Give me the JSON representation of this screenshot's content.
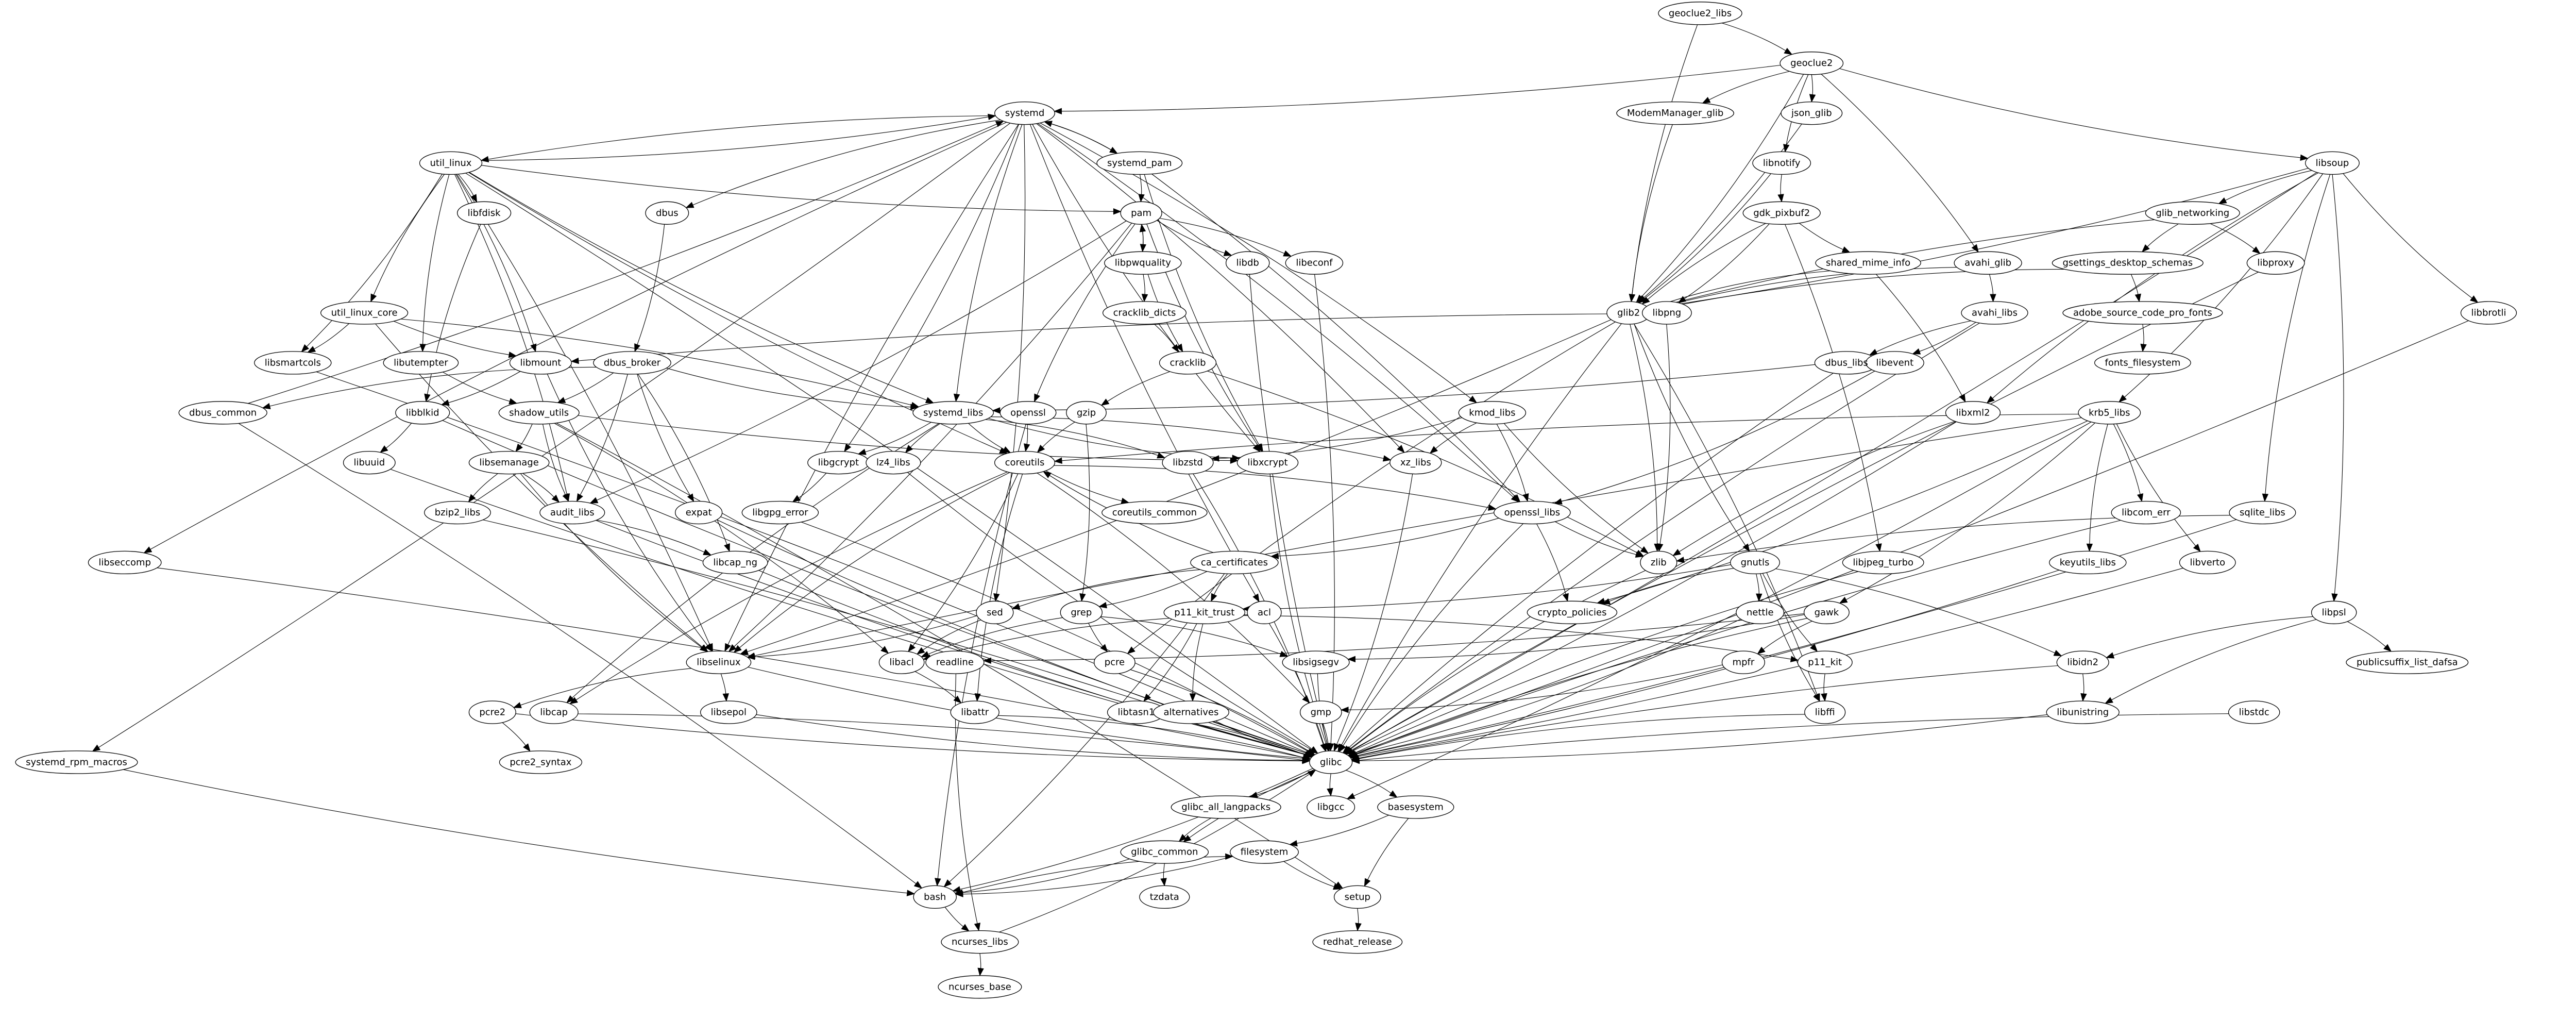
{
  "graph": {
    "type": "directed-dependency-graph",
    "nodes": [
      "geoclue2_libs",
      "geoclue2",
      "systemd",
      "ModemManager_glib",
      "json_glib",
      "libsoup",
      "util_linux",
      "systemd_pam",
      "libnotify",
      "libfdisk",
      "dbus",
      "pam",
      "gdk_pixbuf2",
      "glib_networking",
      "libpwquality",
      "libdb",
      "libeconf",
      "shared_mime_info",
      "avahi_glib",
      "gsettings_desktop_schemas",
      "libproxy",
      "util_linux_core",
      "cracklib_dicts",
      "glib2",
      "libpng",
      "avahi_libs",
      "adobe_source_code_pro_fonts",
      "libbrotli",
      "libsmartcols",
      "libutempter",
      "libmount",
      "dbus_broker",
      "cracklib",
      "dbus_libs",
      "libevent",
      "fonts_filesystem",
      "dbus_common",
      "libblkid",
      "shadow_utils",
      "systemd_libs",
      "openssl",
      "gzip",
      "kmod_libs",
      "libxml2",
      "krb5_libs",
      "libuuid",
      "libsemanage",
      "libgcrypt",
      "lz4_libs",
      "coreutils",
      "libzstd",
      "libxcrypt",
      "xz_libs",
      "bzip2_libs",
      "audit_libs",
      "expat",
      "libgpg_error",
      "coreutils_common",
      "openssl_libs",
      "libcom_err",
      "sqlite_libs",
      "libseccomp",
      "libcap_ng",
      "ca_certificates",
      "zlib",
      "gnutls",
      "libjpeg_turbo",
      "keyutils_libs",
      "libverto",
      "sed",
      "grep",
      "p11_kit_trust",
      "acl",
      "crypto_policies",
      "nettle",
      "gawk",
      "libpsl",
      "libselinux",
      "libacl",
      "readline",
      "pcre",
      "libsigsegv",
      "mpfr",
      "p11_kit",
      "libidn2",
      "publicsuffix_list_dafsa",
      "pcre2",
      "libcap",
      "libsepol",
      "libattr",
      "libtasn1",
      "alternatives",
      "gmp",
      "libffi",
      "libunistring",
      "libstdc",
      "systemd_rpm_macros",
      "pcre2_syntax",
      "glibc",
      "glibc_all_langpacks",
      "libgcc",
      "basesystem",
      "glibc_common",
      "filesystem",
      "bash",
      "tzdata",
      "setup",
      "ncurses_libs",
      "redhat_release",
      "ncurses_base"
    ],
    "edges": [
      [
        "geoclue2_libs",
        "geoclue2"
      ],
      [
        "geoclue2_libs",
        "glib2"
      ],
      [
        "geoclue2",
        "systemd"
      ],
      [
        "geoclue2",
        "ModemManager_glib"
      ],
      [
        "geoclue2",
        "json_glib"
      ],
      [
        "geoclue2",
        "libnotify"
      ],
      [
        "geoclue2",
        "avahi_glib"
      ],
      [
        "geoclue2",
        "libsoup"
      ],
      [
        "geoclue2",
        "glib2"
      ],
      [
        "ModemManager_glib",
        "glib2"
      ],
      [
        "json_glib",
        "glib2"
      ],
      [
        "libnotify",
        "gdk_pixbuf2"
      ],
      [
        "libnotify",
        "glib2"
      ],
      [
        "libsoup",
        "glib_networking"
      ],
      [
        "libsoup",
        "glib2"
      ],
      [
        "libsoup",
        "libxml2"
      ],
      [
        "libsoup",
        "krb5_libs"
      ],
      [
        "libsoup",
        "sqlite_libs"
      ],
      [
        "libsoup",
        "libpsl"
      ],
      [
        "libsoup",
        "libbrotli"
      ],
      [
        "libsoup",
        "glibc"
      ],
      [
        "glib_networking",
        "gsettings_desktop_schemas"
      ],
      [
        "glib_networking",
        "libproxy"
      ],
      [
        "glib_networking",
        "glib2"
      ],
      [
        "gsettings_desktop_schemas",
        "adobe_source_code_pro_fonts"
      ],
      [
        "gsettings_desktop_schemas",
        "glib2"
      ],
      [
        "adobe_source_code_pro_fonts",
        "fonts_filesystem"
      ],
      [
        "libproxy",
        "glibc"
      ],
      [
        "libbrotli",
        "glibc"
      ],
      [
        "gdk_pixbuf2",
        "shared_mime_info"
      ],
      [
        "gdk_pixbuf2",
        "libpng"
      ],
      [
        "gdk_pixbuf2",
        "glib2"
      ],
      [
        "gdk_pixbuf2",
        "libjpeg_turbo"
      ],
      [
        "shared_mime_info",
        "glib2"
      ],
      [
        "shared_mime_info",
        "libxml2"
      ],
      [
        "avahi_glib",
        "glib2"
      ],
      [
        "avahi_glib",
        "avahi_libs"
      ],
      [
        "avahi_libs",
        "dbus_libs"
      ],
      [
        "avahi_libs",
        "libevent"
      ],
      [
        "avahi_libs",
        "glibc"
      ],
      [
        "dbus_libs",
        "systemd_libs"
      ],
      [
        "dbus_libs",
        "glibc"
      ],
      [
        "libevent",
        "openssl_libs"
      ],
      [
        "glib2",
        "libmount"
      ],
      [
        "glib2",
        "libselinux"
      ],
      [
        "glib2",
        "pcre"
      ],
      [
        "glib2",
        "zlib"
      ],
      [
        "glib2",
        "gnutls"
      ],
      [
        "glib2",
        "libffi"
      ],
      [
        "glib2",
        "glibc"
      ],
      [
        "libpng",
        "zlib"
      ],
      [
        "systemd",
        "util_linux"
      ],
      [
        "systemd",
        "systemd_pam"
      ],
      [
        "systemd",
        "dbus"
      ],
      [
        "systemd",
        "sed"
      ],
      [
        "systemd",
        "systemd_libs"
      ],
      [
        "systemd",
        "kmod_libs"
      ],
      [
        "systemd",
        "libxcrypt"
      ],
      [
        "systemd",
        "xz_libs"
      ],
      [
        "systemd",
        "acl"
      ],
      [
        "systemd",
        "openssl_libs"
      ],
      [
        "systemd",
        "libseccomp"
      ],
      [
        "systemd",
        "systemd_rpm_macros"
      ],
      [
        "systemd",
        "libselinux"
      ],
      [
        "systemd",
        "libgcrypt"
      ],
      [
        "systemd_pam",
        "systemd"
      ],
      [
        "systemd_pam",
        "pam"
      ],
      [
        "systemd_pam",
        "libxcrypt"
      ],
      [
        "systemd_pam",
        "openssl_libs"
      ],
      [
        "util_linux",
        "systemd"
      ],
      [
        "util_linux",
        "libfdisk"
      ],
      [
        "util_linux",
        "util_linux_core"
      ],
      [
        "util_linux",
        "libsmartcols"
      ],
      [
        "util_linux",
        "libutempter"
      ],
      [
        "util_linux",
        "libmount"
      ],
      [
        "util_linux",
        "pam"
      ],
      [
        "util_linux",
        "audit_libs"
      ],
      [
        "util_linux",
        "coreutils"
      ],
      [
        "util_linux",
        "libselinux"
      ],
      [
        "util_linux",
        "systemd_libs"
      ],
      [
        "util_linux",
        "glibc"
      ],
      [
        "libfdisk",
        "libblkid"
      ],
      [
        "util_linux_core",
        "libsmartcols"
      ],
      [
        "util_linux_core",
        "libmount"
      ],
      [
        "util_linux_core",
        "systemd_libs"
      ],
      [
        "util_linux_core",
        "libselinux"
      ],
      [
        "dbus",
        "dbus_broker"
      ],
      [
        "dbus_broker",
        "dbus_common"
      ],
      [
        "dbus_broker",
        "shadow_utils"
      ],
      [
        "dbus_broker",
        "systemd_libs"
      ],
      [
        "dbus_broker",
        "audit_libs"
      ],
      [
        "dbus_broker",
        "expat"
      ],
      [
        "dbus_broker",
        "libcap_ng"
      ],
      [
        "dbus_common",
        "systemd"
      ],
      [
        "dbus_common",
        "bash"
      ],
      [
        "libutempter",
        "shadow_utils"
      ],
      [
        "libmount",
        "libblkid"
      ],
      [
        "libmount",
        "libselinux"
      ],
      [
        "libblkid",
        "libuuid"
      ],
      [
        "libblkid",
        "glibc"
      ],
      [
        "shadow_utils",
        "libsemanage"
      ],
      [
        "shadow_utils",
        "audit_libs"
      ],
      [
        "shadow_utils",
        "libacl"
      ],
      [
        "shadow_utils",
        "libxcrypt"
      ],
      [
        "shadow_utils",
        "setup"
      ],
      [
        "libsemanage",
        "bzip2_libs"
      ],
      [
        "libsemanage",
        "audit_libs"
      ],
      [
        "libsemanage",
        "libselinux"
      ],
      [
        "audit_libs",
        "libcap_ng"
      ],
      [
        "audit_libs",
        "glibc"
      ],
      [
        "pam",
        "libpwquality"
      ],
      [
        "pam",
        "libdb"
      ],
      [
        "pam",
        "libeconf"
      ],
      [
        "pam",
        "libxcrypt"
      ],
      [
        "pam",
        "audit_libs"
      ],
      [
        "pam",
        "openssl"
      ],
      [
        "pam",
        "libselinux"
      ],
      [
        "libpwquality",
        "pam"
      ],
      [
        "libpwquality",
        "cracklib_dicts"
      ],
      [
        "libpwquality",
        "cracklib"
      ],
      [
        "cracklib_dicts",
        "cracklib"
      ],
      [
        "cracklib",
        "gzip"
      ],
      [
        "cracklib",
        "zlib"
      ],
      [
        "gzip",
        "coreutils"
      ],
      [
        "gzip",
        "grep"
      ],
      [
        "systemd_libs",
        "coreutils"
      ],
      [
        "systemd_libs",
        "libgcrypt"
      ],
      [
        "systemd_libs",
        "lz4_libs"
      ],
      [
        "systemd_libs",
        "libzstd"
      ],
      [
        "systemd_libs",
        "libxcrypt"
      ],
      [
        "systemd_libs",
        "xz_libs"
      ],
      [
        "systemd_libs",
        "libcap"
      ],
      [
        "openssl",
        "coreutils"
      ],
      [
        "openssl",
        "bash"
      ],
      [
        "kmod_libs",
        "libzstd"
      ],
      [
        "kmod_libs",
        "xz_libs"
      ],
      [
        "kmod_libs",
        "openssl_libs"
      ],
      [
        "kmod_libs",
        "zlib"
      ],
      [
        "libgcrypt",
        "libgpg_error"
      ],
      [
        "coreutils",
        "coreutils_common"
      ],
      [
        "coreutils",
        "openssl_libs"
      ],
      [
        "coreutils",
        "libselinux"
      ],
      [
        "coreutils",
        "libacl"
      ],
      [
        "coreutils",
        "libattr"
      ],
      [
        "coreutils",
        "gmp"
      ],
      [
        "coreutils",
        "libcap"
      ],
      [
        "openssl_libs",
        "ca_certificates"
      ],
      [
        "openssl_libs",
        "zlib"
      ],
      [
        "openssl_libs",
        "crypto_policies"
      ],
      [
        "openssl_libs",
        "glibc"
      ],
      [
        "ca_certificates",
        "coreutils"
      ],
      [
        "ca_certificates",
        "sed"
      ],
      [
        "ca_certificates",
        "grep"
      ],
      [
        "ca_certificates",
        "p11_kit_trust"
      ],
      [
        "ca_certificates",
        "bash"
      ],
      [
        "krb5_libs",
        "coreutils"
      ],
      [
        "krb5_libs",
        "gawk"
      ],
      [
        "krb5_libs",
        "keyutils_libs"
      ],
      [
        "krb5_libs",
        "libcom_err"
      ],
      [
        "krb5_libs",
        "libverto"
      ],
      [
        "krb5_libs",
        "crypto_policies"
      ],
      [
        "krb5_libs",
        "libselinux"
      ],
      [
        "krb5_libs",
        "libgcc"
      ],
      [
        "libxml2",
        "zlib"
      ],
      [
        "libxml2",
        "glibc"
      ],
      [
        "gnutls",
        "crypto_policies"
      ],
      [
        "gnutls",
        "nettle"
      ],
      [
        "gnutls",
        "p11_kit"
      ],
      [
        "gnutls",
        "libidn2"
      ],
      [
        "gnutls",
        "libffi"
      ],
      [
        "gnutls",
        "p11_kit_trust"
      ],
      [
        "sqlite_libs",
        "zlib"
      ],
      [
        "sqlite_libs",
        "glibc"
      ],
      [
        "libpsl",
        "libidn2"
      ],
      [
        "libpsl",
        "publicsuffix_list_dafsa"
      ],
      [
        "libpsl",
        "libunistring"
      ],
      [
        "libidn2",
        "libunistring"
      ],
      [
        "libidn2",
        "glibc"
      ],
      [
        "p11_kit_trust",
        "libtasn1"
      ],
      [
        "p11_kit_trust",
        "alternatives"
      ],
      [
        "p11_kit_trust",
        "p11_kit"
      ],
      [
        "p11_kit",
        "libffi"
      ],
      [
        "gawk",
        "libsigsegv"
      ],
      [
        "gawk",
        "mpfr"
      ],
      [
        "gawk",
        "readline"
      ],
      [
        "gawk",
        "glibc"
      ],
      [
        "mpfr",
        "gmp"
      ],
      [
        "acl",
        "libacl"
      ],
      [
        "acl",
        "glibc"
      ],
      [
        "grep",
        "pcre"
      ],
      [
        "grep",
        "libsigsegv"
      ],
      [
        "grep",
        "libacl"
      ],
      [
        "sed",
        "libselinux"
      ],
      [
        "sed",
        "libacl"
      ],
      [
        "libacl",
        "libattr"
      ],
      [
        "libselinux",
        "pcre2"
      ],
      [
        "libselinux",
        "libsepol"
      ],
      [
        "libselinux",
        "glibc"
      ],
      [
        "pcre2",
        "pcre2_syntax"
      ],
      [
        "pcre2",
        "glibc"
      ],
      [
        "libcap",
        "glibc"
      ],
      [
        "libsepol",
        "glibc"
      ],
      [
        "libattr",
        "glibc"
      ],
      [
        "readline",
        "ncurses_libs"
      ],
      [
        "pcre",
        "glibc"
      ],
      [
        "libsigsegv",
        "glibc"
      ],
      [
        "libtasn1",
        "glibc"
      ],
      [
        "alternatives",
        "glibc"
      ],
      [
        "gmp",
        "glibc"
      ],
      [
        "libffi",
        "glibc"
      ],
      [
        "libunistring",
        "glibc"
      ],
      [
        "libstdc",
        "glibc"
      ],
      [
        "keyutils_libs",
        "glibc"
      ],
      [
        "libcom_err",
        "glibc"
      ],
      [
        "libverto",
        "glibc"
      ],
      [
        "libjpeg_turbo",
        "glibc"
      ],
      [
        "nettle",
        "glibc"
      ],
      [
        "zlib",
        "glibc"
      ],
      [
        "libseccomp",
        "glibc"
      ],
      [
        "libcap_ng",
        "glibc"
      ],
      [
        "bzip2_libs",
        "glibc"
      ],
      [
        "expat",
        "glibc"
      ],
      [
        "libgpg_error",
        "glibc"
      ],
      [
        "lz4_libs",
        "glibc"
      ],
      [
        "libzstd",
        "glibc"
      ],
      [
        "libxcrypt",
        "glibc"
      ],
      [
        "xz_libs",
        "glibc"
      ],
      [
        "libdb",
        "glibc"
      ],
      [
        "libeconf",
        "glibc"
      ],
      [
        "libuuid",
        "glibc"
      ],
      [
        "libsmartcols",
        "glibc"
      ],
      [
        "systemd_rpm_macros",
        "bash"
      ],
      [
        "glibc",
        "glibc_all_langpacks"
      ],
      [
        "glibc",
        "libgcc"
      ],
      [
        "glibc",
        "basesystem"
      ],
      [
        "glibc",
        "glibc_common"
      ],
      [
        "glibc",
        "bash"
      ],
      [
        "glibc_all_langpacks",
        "glibc_common"
      ],
      [
        "glibc_common",
        "bash"
      ],
      [
        "glibc_common",
        "tzdata"
      ],
      [
        "basesystem",
        "filesystem"
      ],
      [
        "basesystem",
        "setup"
      ],
      [
        "filesystem",
        "bash"
      ],
      [
        "filesystem",
        "setup"
      ],
      [
        "bash",
        "filesystem"
      ],
      [
        "bash",
        "ncurses_libs"
      ],
      [
        "setup",
        "redhat_release"
      ],
      [
        "ncurses_libs",
        "glibc"
      ],
      [
        "ncurses_libs",
        "ncurses_base"
      ]
    ]
  }
}
